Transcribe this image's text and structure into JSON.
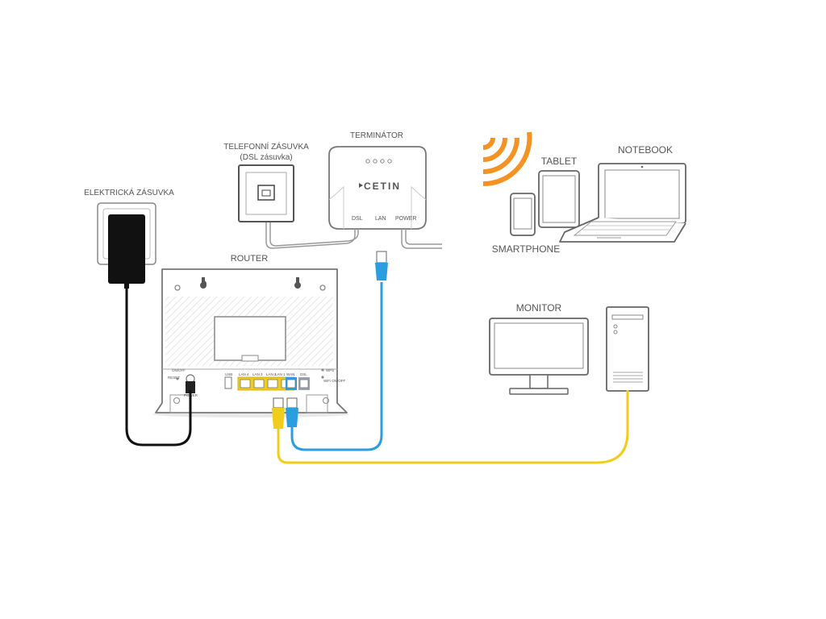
{
  "labels": {
    "electric_socket": "ELEKTRICKÁ ZÁSUVKA",
    "phone_socket_line1": "TELEFONNÍ ZÁSUVKA",
    "phone_socket_line2": "(DSL zásuvka)",
    "terminator": "TERMINÁTOR",
    "router": "ROUTER",
    "tablet": "TABLET",
    "notebook": "NOTEBOOK",
    "smartphone": "SMARTPHONE",
    "monitor": "MONITOR"
  },
  "terminator_ports": {
    "dsl": "DSL",
    "lan": "LAN",
    "power": "POWER"
  },
  "terminator_brand": "CETIN",
  "router_ports": {
    "on_off": "ON/OFF",
    "reset": "RESET",
    "power": "POWER",
    "usb": "USB",
    "lan4": "LAN 4",
    "lan3": "LAN 3",
    "lan2": "LAN 2",
    "lan1": "LAN 1",
    "wan": "WAN",
    "dsl": "DSL",
    "wps": "WPS",
    "wifi": "WiFi ON/OFF"
  },
  "colors": {
    "power_cable": "#111111",
    "blue_cable": "#2a9ee0",
    "yellow_cable": "#f2cc1b",
    "wifi": "#f39324",
    "outline": "#666666"
  },
  "icons": [
    "wifi-icon",
    "router-icon",
    "terminator-icon",
    "power-adapter-icon",
    "phone-socket-icon",
    "smartphone-icon",
    "tablet-icon",
    "notebook-icon",
    "monitor-icon",
    "pc-tower-icon"
  ]
}
